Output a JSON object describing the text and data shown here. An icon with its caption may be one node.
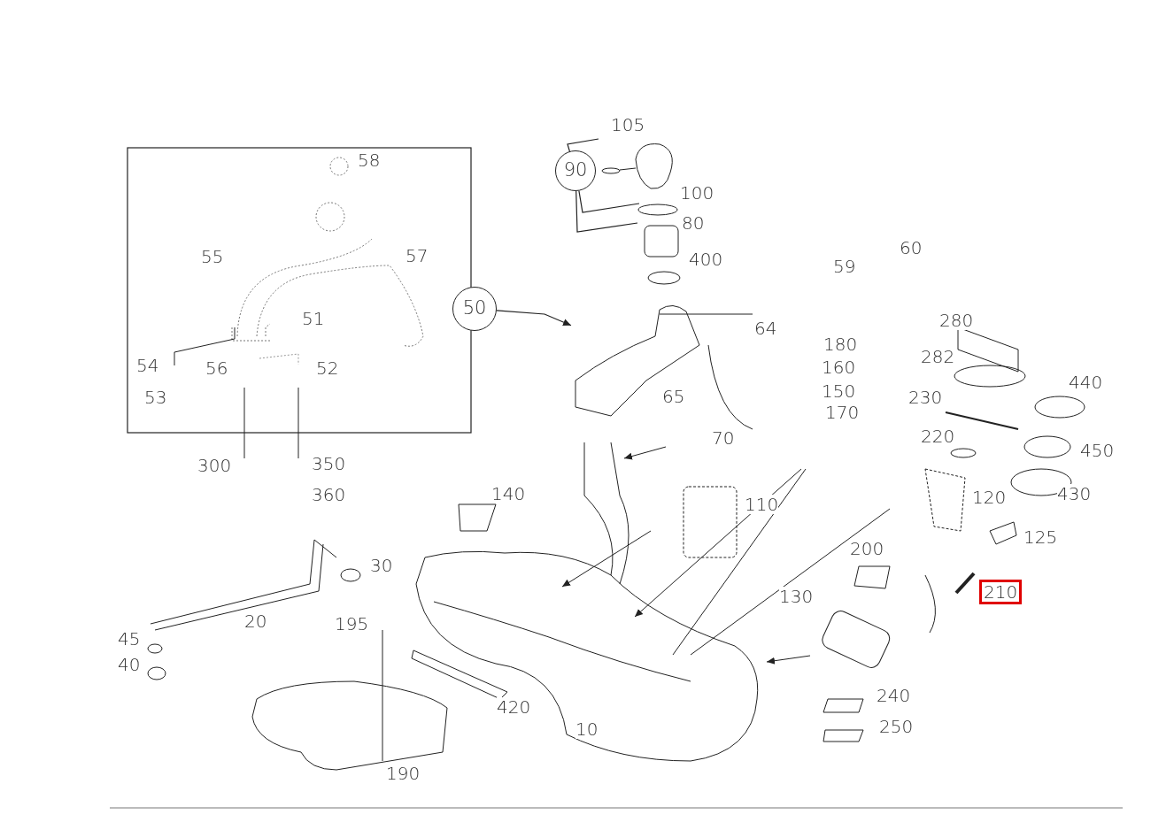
{
  "diagram": {
    "nodes": [
      {
        "text": [
          "90"
        ]
      },
      {
        "text": [
          "50"
        ]
      },
      {
        "text": [],
        "shape": "picture"
      }
    ],
    "edges": [
      {
        "from": 0,
        "to": null,
        "arrow": "none"
      },
      {
        "from": 0,
        "to": null,
        "arrow": "none"
      },
      {
        "from": 0,
        "to": null,
        "arrow": "none"
      },
      {
        "from": 1,
        "to": 2,
        "arrow": "to"
      }
    ],
    "labels": [
      "105",
      "58",
      "100",
      "80",
      "60",
      "400",
      "55",
      "57",
      "59",
      "51",
      "64",
      "280",
      "180",
      "54",
      "56",
      "52",
      "282",
      "160",
      "440",
      "150",
      "230",
      "53",
      "65",
      "170",
      "220",
      "70",
      "450",
      "300",
      "350",
      "140",
      "120",
      "360",
      "110",
      "430",
      "125",
      "200",
      "30",
      "130",
      "210",
      "20",
      "195",
      "45",
      "40",
      "240",
      "420",
      "10",
      "250",
      "190"
    ]
  }
}
